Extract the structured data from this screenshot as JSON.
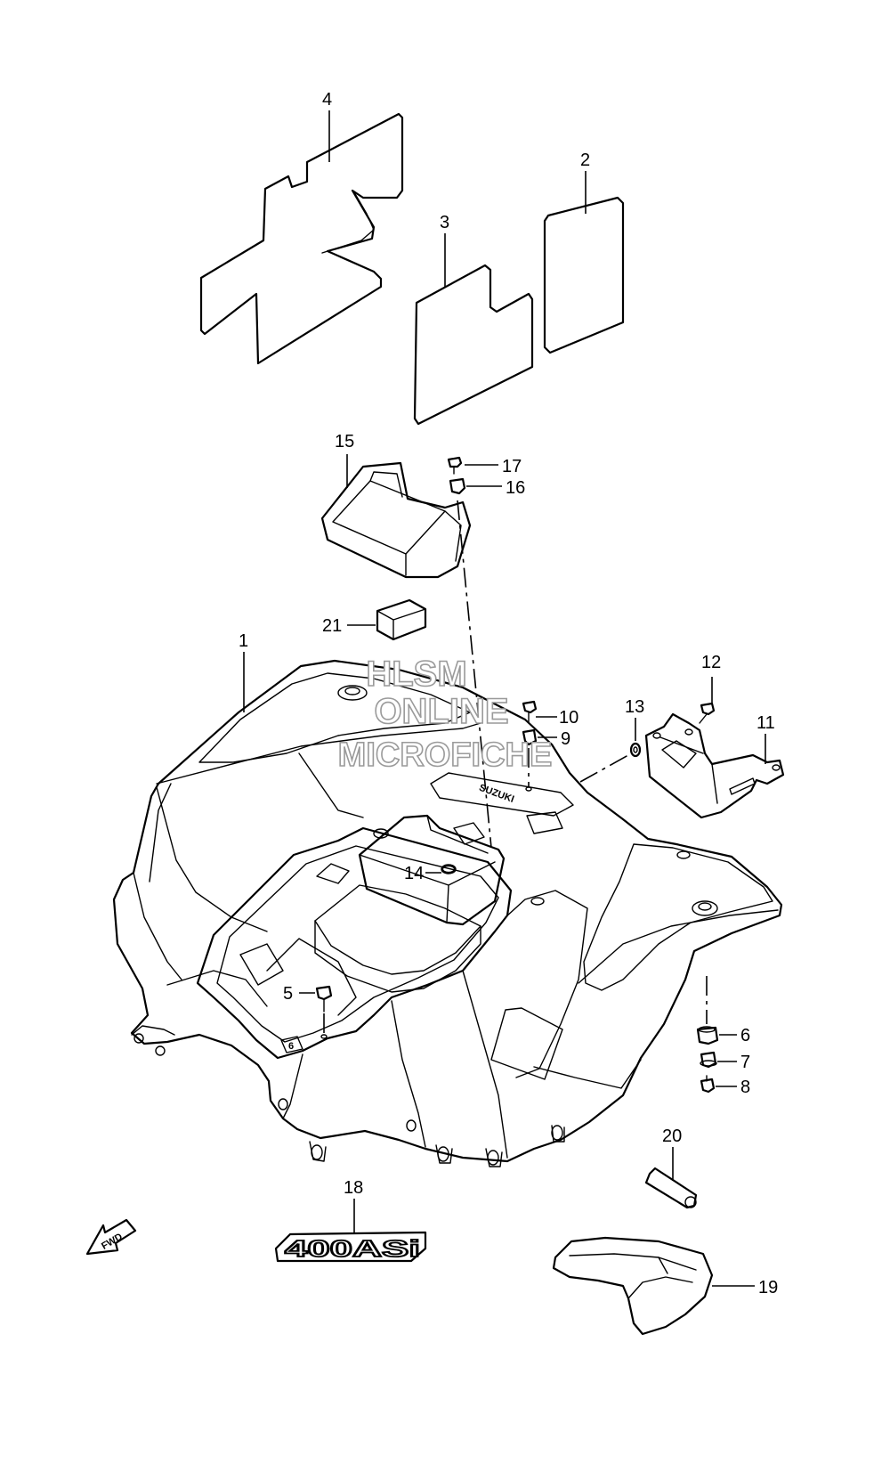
{
  "watermark": {
    "line1": "HLSM",
    "line2": "ONLINE",
    "line3": "MICROFICHE"
  },
  "callouts": [
    "1",
    "2",
    "3",
    "4",
    "5",
    "6",
    "7",
    "8",
    "9",
    "10",
    "11",
    "12",
    "13",
    "14",
    "15",
    "16",
    "17",
    "18",
    "19",
    "20",
    "21"
  ],
  "fender_emboss": "SUZUKI",
  "emblem_text": "400ASi",
  "fwd_label": "FWD",
  "tag_text": "6"
}
